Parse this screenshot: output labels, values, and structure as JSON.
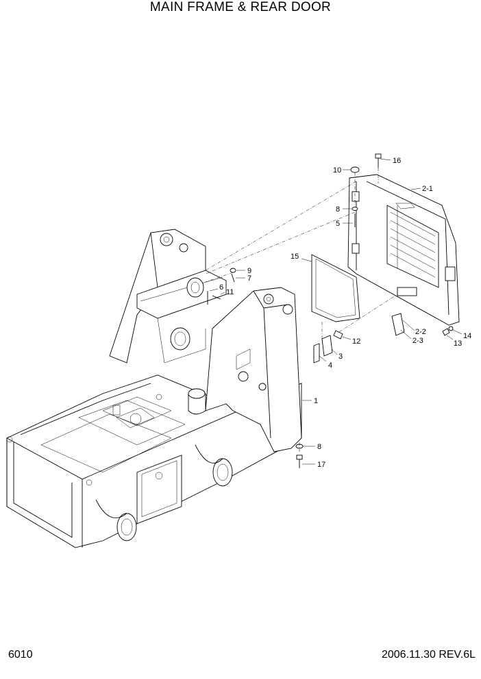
{
  "title": "MAIN FRAME & REAR DOOR",
  "page_number": "6010",
  "revision": "2006.11.30  REV.6L",
  "callouts": {
    "c16": "16",
    "c10": "10",
    "c2_1": "2-1",
    "c8a": "8",
    "c5": "5",
    "c15": "15",
    "c9": "9",
    "c7": "7",
    "c6": "6",
    "c11": "11",
    "c12": "12",
    "c3": "3",
    "c4": "4",
    "c2_2": "2-2",
    "c2_3": "2-3",
    "c14": "14",
    "c13": "13",
    "c1": "1",
    "c8b": "8",
    "c17": "17"
  }
}
